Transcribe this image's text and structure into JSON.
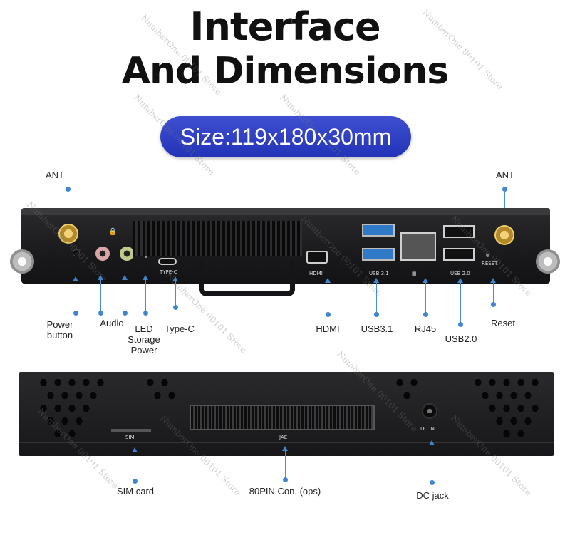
{
  "title": {
    "line1": "Interface",
    "line2": "And Dimensions"
  },
  "size_label": "Size:119x180x30mm",
  "front_labels": {
    "ant_left": "ANT",
    "ant_right": "ANT",
    "power_button": "Power\nbutton",
    "audio": "Audio",
    "led": "LED\nStorage\nPower",
    "typec": "Type-C",
    "hdmi": "HDMI",
    "usb31": "USB3.1",
    "rj45": "RJ45",
    "usb20": "USB2.0",
    "reset": "Reset"
  },
  "front_port_marks": {
    "typec": "TYPE-C",
    "hdmi": "HDMI",
    "usb31": "USB 3.1",
    "usb20": "USB 2.0",
    "reset": "RESET"
  },
  "back_labels": {
    "sim_card": "SIM card",
    "pin80": "80PIN Con. (ops)",
    "dc_jack": "DC jack"
  },
  "back_port_marks": {
    "sim": "SIM",
    "jae": "JAE",
    "dc_in": "DC IN"
  },
  "watermark_text": "NumberOne 00101 Store",
  "colors": {
    "accent": "#2a3bc0",
    "pointer": "#3f86d1"
  }
}
